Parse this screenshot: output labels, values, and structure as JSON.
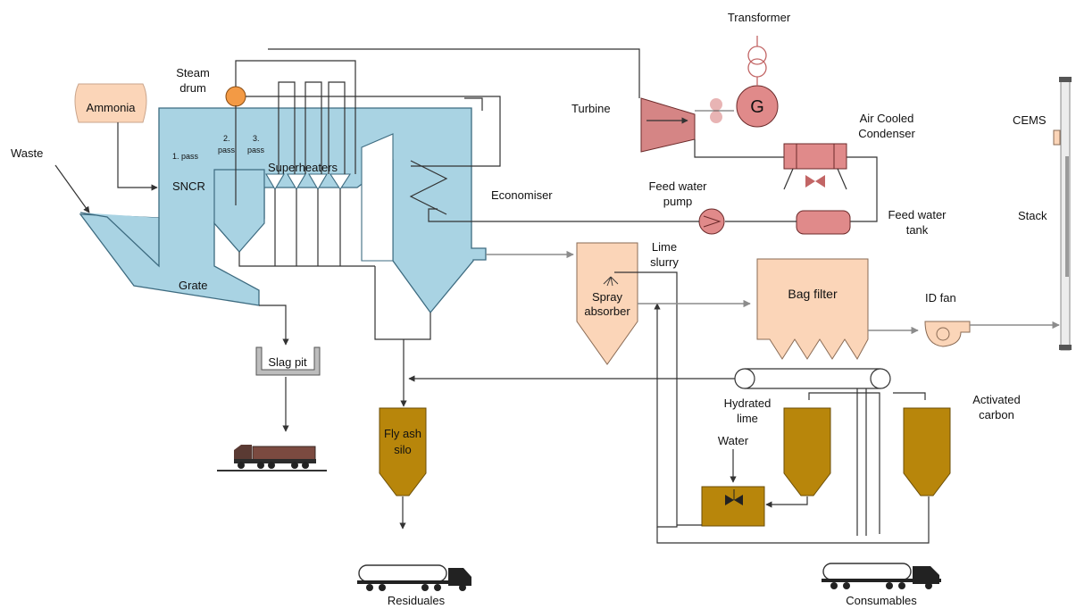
{
  "labels": {
    "transformer": "Transformer",
    "steam_drum_1": "Steam",
    "steam_drum_2": "drum",
    "ammonia": "Ammonia",
    "turbine": "Turbine",
    "generator": "G",
    "air_cooled_1": "Air Cooled",
    "air_cooled_2": "Condenser",
    "cems": "CEMS",
    "waste": "Waste",
    "pass1": "1. pass",
    "pass2a": "2.",
    "pass2b": "pass",
    "pass3a": "3.",
    "pass3b": "pass",
    "superheaters": "Superheaters",
    "sncr": "SNCR",
    "economiser": "Economiser",
    "feed_pump_1": "Feed water",
    "feed_pump_2": "pump",
    "feed_tank_1": "Feed water",
    "feed_tank_2": "tank",
    "stack": "Stack",
    "lime_slurry_1": "Lime",
    "lime_slurry_2": "slurry",
    "spray_1": "Spray",
    "spray_2": "absorber",
    "bag_filter": "Bag filter",
    "id_fan": "ID fan",
    "grate": "Grate",
    "slag_pit": "Slag pit",
    "hydrated_lime_1": "Hydrated",
    "hydrated_lime_2": "lime",
    "activated_1": "Activated",
    "activated_2": "carbon",
    "fly_ash_1": "Fly ash",
    "fly_ash_2": "silo",
    "water": "Water",
    "residuales": "Residuales",
    "consumables": "Consumables"
  },
  "colors": {
    "boiler": "#a9d3e3",
    "ammonia": "#fbd5b8",
    "spray": "#fbd5b8",
    "turbine": "#d58585",
    "drum": "#f39a45",
    "silo": "#b8860b",
    "truck": "#5a3a33"
  }
}
